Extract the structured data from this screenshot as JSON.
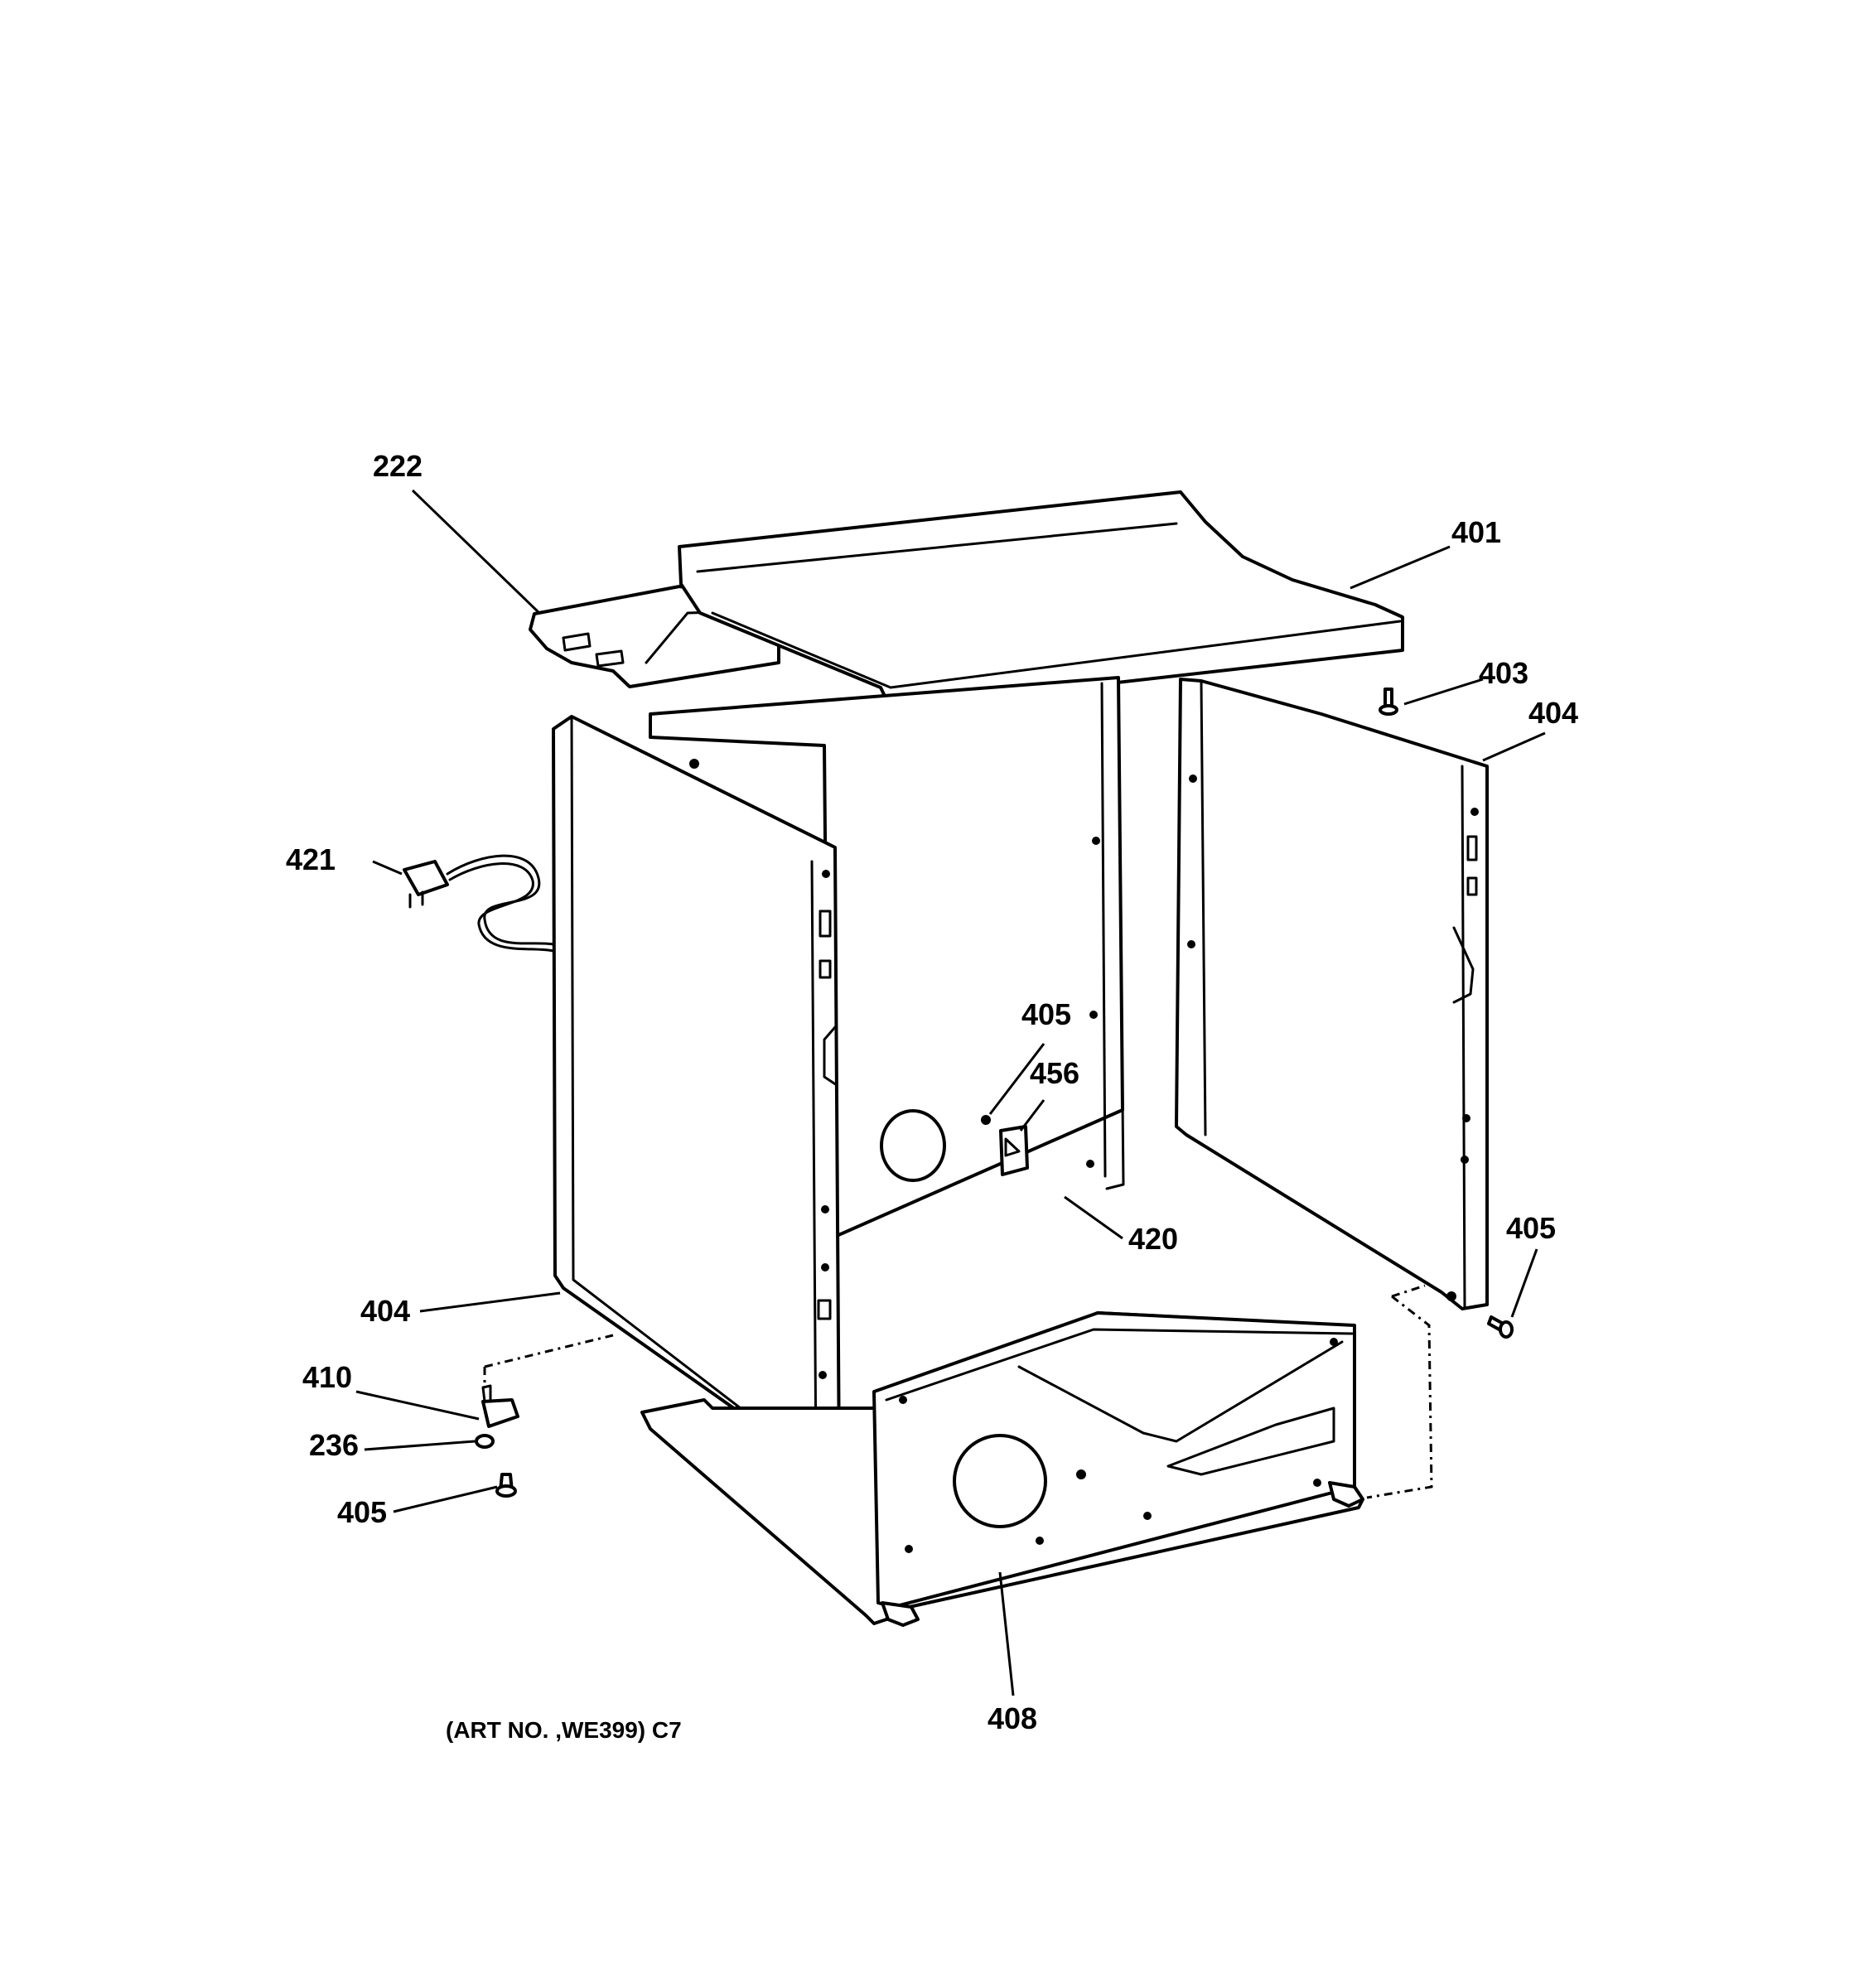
{
  "labels": {
    "top_cover": "401",
    "top_cover_part": "222",
    "screw_top": "403",
    "side_panel_right": "404",
    "side_panel_left": "404",
    "power_cord": "421",
    "screw_rear": "405",
    "bracket_rear": "456",
    "rear_panel": "420",
    "screw_right": "405",
    "base": "408",
    "leveling_leg": "410",
    "washer": "236",
    "screw_leg": "405"
  },
  "caption": "(ART NO. ,WE399) C7"
}
